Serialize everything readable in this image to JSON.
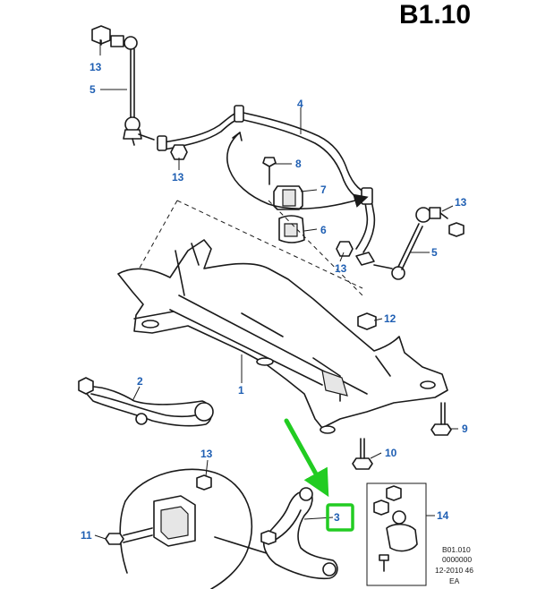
{
  "sheet_title": "B1.10",
  "callouts": [
    {
      "id": "c13a",
      "label": "13"
    },
    {
      "id": "c5a",
      "label": "5"
    },
    {
      "id": "c4",
      "label": "4"
    },
    {
      "id": "c8",
      "label": "8"
    },
    {
      "id": "c7",
      "label": "7"
    },
    {
      "id": "c13b",
      "label": "13"
    },
    {
      "id": "c6",
      "label": "6"
    },
    {
      "id": "c13c",
      "label": "13"
    },
    {
      "id": "c13d",
      "label": "13"
    },
    {
      "id": "c5b",
      "label": "5"
    },
    {
      "id": "c12",
      "label": "12"
    },
    {
      "id": "c2",
      "label": "2"
    },
    {
      "id": "c1",
      "label": "1"
    },
    {
      "id": "c9",
      "label": "9"
    },
    {
      "id": "c10",
      "label": "10"
    },
    {
      "id": "c13e",
      "label": "13"
    },
    {
      "id": "c11",
      "label": "11"
    },
    {
      "id": "c3",
      "label": "3"
    },
    {
      "id": "c14",
      "label": "14"
    }
  ],
  "reference_code": [
    "B01.010",
    "0000000",
    "12-2010 46",
    "EA"
  ],
  "highlight": {
    "target": "3",
    "color": "#22cc22"
  },
  "colors": {
    "callout": "#1f5fb3",
    "line": "#1a1a1a",
    "highlight": "#22cc22"
  }
}
